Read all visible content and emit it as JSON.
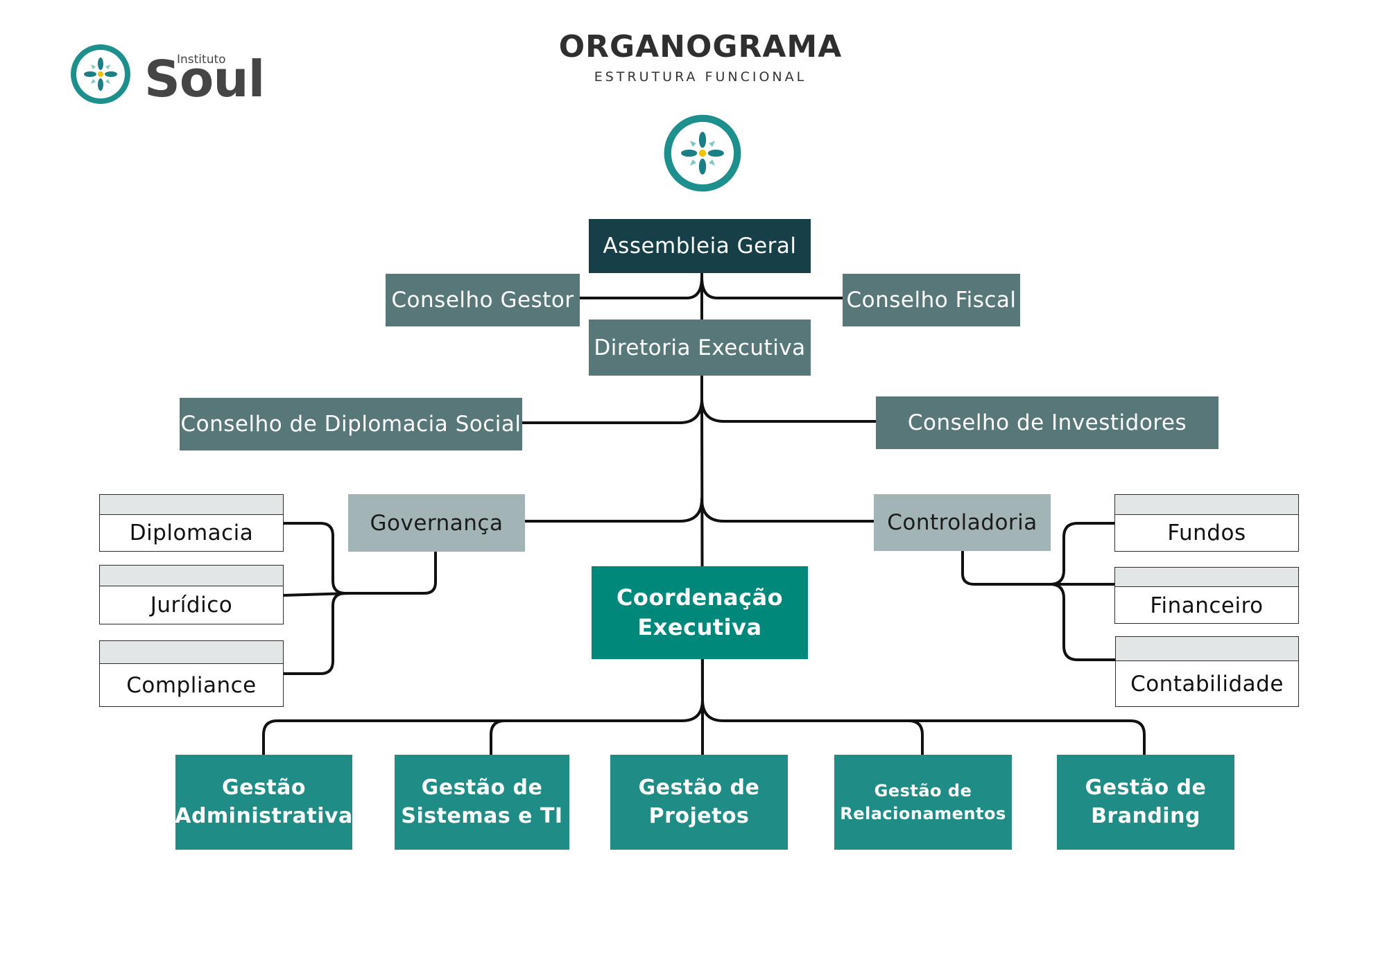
{
  "header": {
    "logo": {
      "prefix": "Instituto",
      "name": "Soul"
    },
    "title": "ORGANOGRAMA",
    "subtitle": "ESTRUTURA FUNCIONAL"
  },
  "colors": {
    "dark": "#163f48",
    "slate": "#577779",
    "grey": "#a2b4b5",
    "teal_main": "#00887b",
    "teal": "#1f8d86",
    "line": "#111111"
  },
  "nodes": {
    "assembleia": "Assembleia Geral",
    "conselho_gestor": "Conselho Gestor",
    "conselho_fiscal": "Conselho Fiscal",
    "diretoria": "Diretoria Executiva",
    "conselho_diplomacia": "Conselho de Diplomacia Social",
    "conselho_investidores": "Conselho de Investidores",
    "governanca": "Governança",
    "controladoria": "Controladoria",
    "coordenacao": [
      "Coordenação",
      "Executiva"
    ],
    "governanca_children": [
      "Diplomacia",
      "Jurídico",
      "Compliance"
    ],
    "controladoria_children": [
      "Fundos",
      "Financeiro",
      "Contabilidade"
    ],
    "gestoes": [
      [
        "Gestão",
        "Administrativa"
      ],
      [
        "Gestão de",
        "Sistemas e TI"
      ],
      [
        "Gestão de",
        "Projetos"
      ],
      [
        "Gestão de",
        "Relacionamentos"
      ],
      [
        "Gestão de",
        "Branding"
      ]
    ]
  }
}
